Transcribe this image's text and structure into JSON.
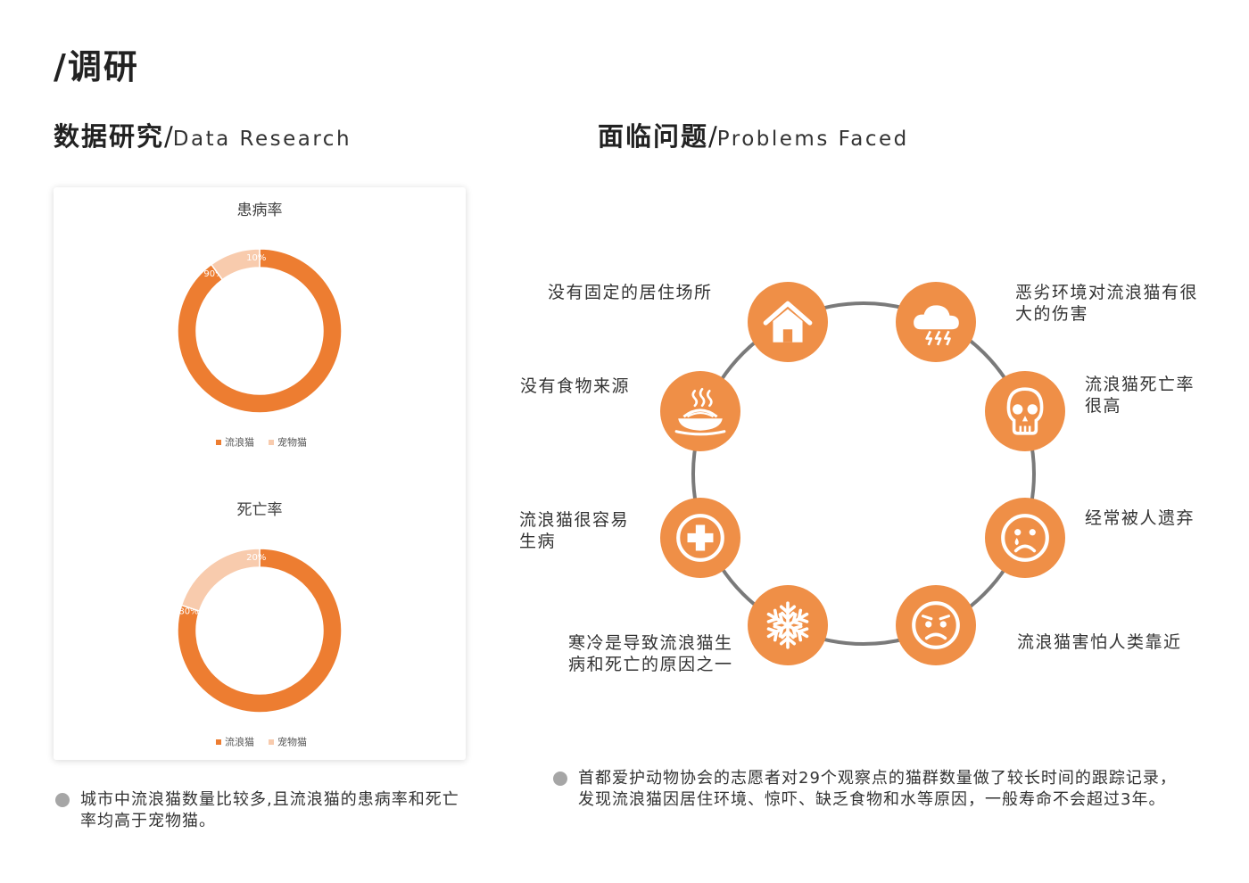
{
  "page_title": "/调研",
  "left_section": {
    "title_cn": "数据研究",
    "slash": "/",
    "title_en": "Data Research"
  },
  "right_section": {
    "title_cn": "面临问题",
    "slash": "/",
    "title_en": "Problems Faced"
  },
  "colors": {
    "accent": "#ed7d31",
    "light": "#f8cbad",
    "icon_bg": "#ef8f47",
    "ring": "#7a7a7a",
    "bullet": "#a6a6a6"
  },
  "chart_data": [
    {
      "type": "pie",
      "title": "患病率",
      "donut": true,
      "categories": [
        "流浪猫",
        "宠物猫"
      ],
      "values": [
        90,
        10
      ],
      "value_labels": [
        "90%",
        "10%"
      ],
      "colors": [
        "#ed7d31",
        "#f8cbad"
      ],
      "legend": "bottom"
    },
    {
      "type": "pie",
      "title": "死亡率",
      "donut": true,
      "categories": [
        "流浪猫",
        "宠物猫"
      ],
      "values": [
        80,
        20
      ],
      "value_labels": [
        "80%",
        "20%"
      ],
      "colors": [
        "#ed7d31",
        "#f8cbad"
      ],
      "legend": "bottom"
    }
  ],
  "left_note": "城市中流浪猫数量比较多,且流浪猫的患病率和死亡率均高于宠物猫。",
  "right_note": "首都爱护动物协会的志愿者对29个观察点的猫群数量做了较长时间的跟踪记录，发现流浪猫因居住环境、惊吓、缺乏食物和水等原因，一般寿命不会超过3年。",
  "problems": [
    {
      "icon": "house-icon",
      "label": "没有固定的居住场所"
    },
    {
      "icon": "storm-cloud-icon",
      "label": "恶劣环境对流浪猫有很大的伤害"
    },
    {
      "icon": "food-bowl-icon",
      "label": "没有食物来源"
    },
    {
      "icon": "skull-icon",
      "label": "流浪猫死亡率很高"
    },
    {
      "icon": "medical-cross-icon",
      "label": "流浪猫很容易生病"
    },
    {
      "icon": "sad-face-icon",
      "label": "经常被人遗弃"
    },
    {
      "icon": "snowflake-icon",
      "label": "寒冷是导致流浪猫生病和死亡的原因之一"
    },
    {
      "icon": "frightened-face-icon",
      "label": "流浪猫害怕人类靠近"
    }
  ]
}
